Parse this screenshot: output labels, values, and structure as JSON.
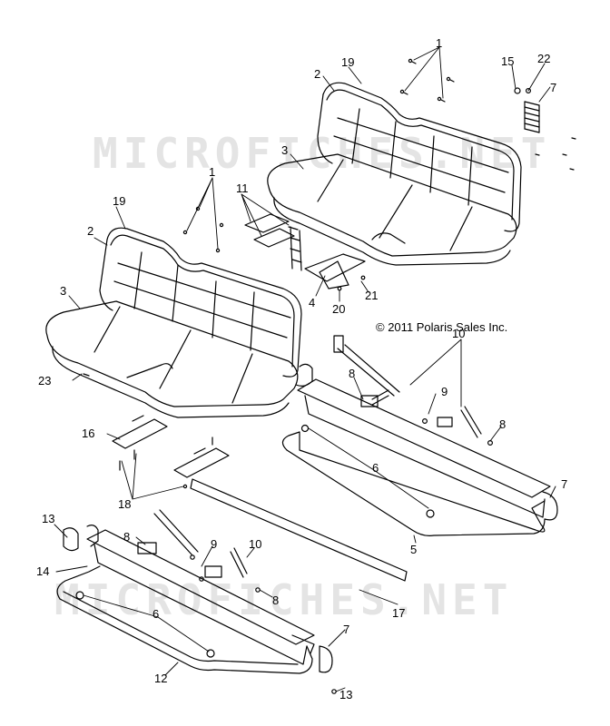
{
  "watermarks": [
    "MICROFICHES.NET",
    "MICROFICHES.NET"
  ],
  "copyright": "© 2011 Polaris Sales Inc.",
  "callouts": [
    {
      "id": "1a",
      "text": "1"
    },
    {
      "id": "2a",
      "text": "2"
    },
    {
      "id": "19a",
      "text": "19"
    },
    {
      "id": "15",
      "text": "15"
    },
    {
      "id": "22",
      "text": "22"
    },
    {
      "id": "7a",
      "text": "7"
    },
    {
      "id": "3a",
      "text": "3"
    },
    {
      "id": "1b",
      "text": "1"
    },
    {
      "id": "19b",
      "text": "19"
    },
    {
      "id": "11",
      "text": "11"
    },
    {
      "id": "2b",
      "text": "2"
    },
    {
      "id": "3b",
      "text": "3"
    },
    {
      "id": "4",
      "text": "4"
    },
    {
      "id": "21",
      "text": "21"
    },
    {
      "id": "20",
      "text": "20"
    },
    {
      "id": "10a",
      "text": "10"
    },
    {
      "id": "8a",
      "text": "8"
    },
    {
      "id": "9a",
      "text": "9"
    },
    {
      "id": "8b",
      "text": "8"
    },
    {
      "id": "23",
      "text": "23"
    },
    {
      "id": "16",
      "text": "16"
    },
    {
      "id": "6a",
      "text": "6"
    },
    {
      "id": "7b",
      "text": "7"
    },
    {
      "id": "18",
      "text": "18"
    },
    {
      "id": "5",
      "text": "5"
    },
    {
      "id": "13a",
      "text": "13"
    },
    {
      "id": "8c",
      "text": "8"
    },
    {
      "id": "9b",
      "text": "9"
    },
    {
      "id": "10b",
      "text": "10"
    },
    {
      "id": "14",
      "text": "14"
    },
    {
      "id": "8d",
      "text": "8"
    },
    {
      "id": "17",
      "text": "17"
    },
    {
      "id": "6b",
      "text": "6"
    },
    {
      "id": "7c",
      "text": "7"
    },
    {
      "id": "12",
      "text": "12"
    },
    {
      "id": "13b",
      "text": "13"
    }
  ]
}
